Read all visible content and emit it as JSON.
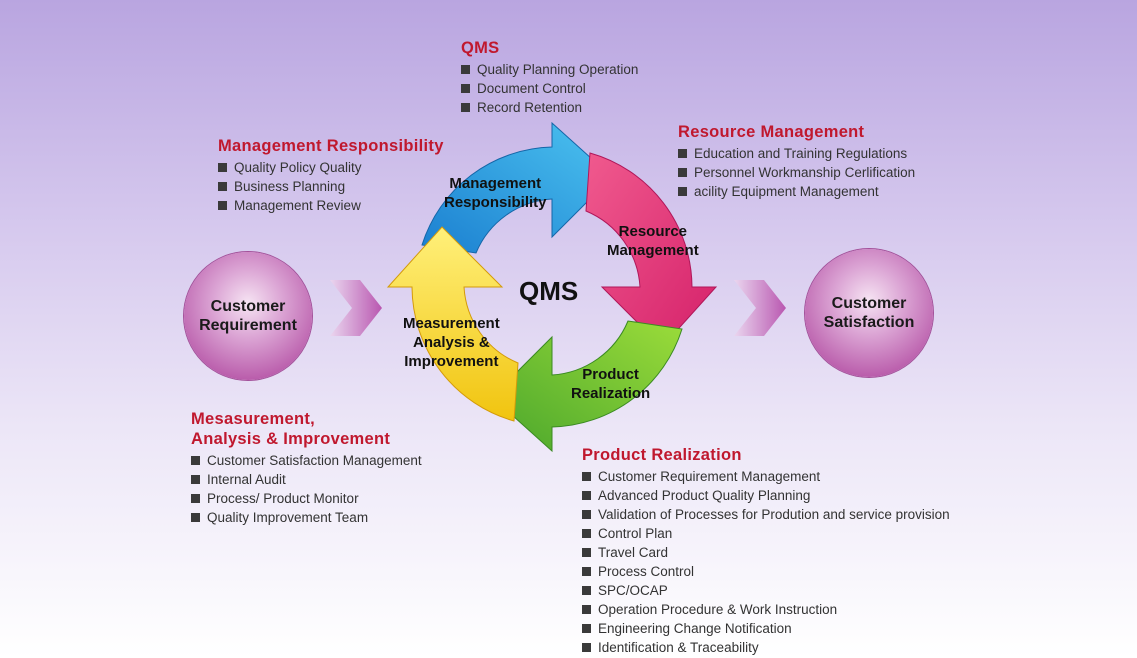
{
  "colors": {
    "title_red": "#c0182e",
    "blue": "#1e8fd6",
    "pink": "#e8407a",
    "green": "#6cbf2a",
    "yellow": "#f3d21a",
    "circle": "#b757a8"
  },
  "center_label": "QMS",
  "cycle_labels": {
    "management": "Management\nResponsibility",
    "resource": "Resource\nManagement",
    "product": "Product\nRealization",
    "measurement": "Measurement\nAnalysis &\nImprovement"
  },
  "customer_requirement": "Customer\nRequirement",
  "customer_satisfaction": "Customer\nSatisfaction",
  "sections": {
    "qms": {
      "title": "QMS",
      "items": [
        "Quality Planning Operation",
        "Document Control",
        "Record Retention"
      ]
    },
    "management": {
      "title": "Management Responsibility",
      "items": [
        "Quality Policy Quality",
        "Business Planning",
        "Management Review"
      ]
    },
    "resource": {
      "title": "Resource Management",
      "items": [
        "Education and Training Regulations",
        "Personnel Workmanship Cerlification",
        "acility Equipment Management"
      ]
    },
    "measurement": {
      "title": "Mesasurement,\nAnalysis & Improvement",
      "items": [
        "Customer Satisfaction Management",
        "Internal Audit",
        "Process/ Product Monitor",
        "Quality Improvement Team"
      ]
    },
    "product": {
      "title": "Product Realization",
      "items": [
        "Customer Requirement Management",
        "Advanced Product Quality Planning",
        "Validation of Processes for Prodution and service provision",
        "Control Plan",
        "Travel Card",
        "Process Control",
        "SPC/OCAP",
        "Operation Procedure & Work Instruction",
        "Engineering Change Notification",
        "Identification & Traceability"
      ]
    }
  }
}
